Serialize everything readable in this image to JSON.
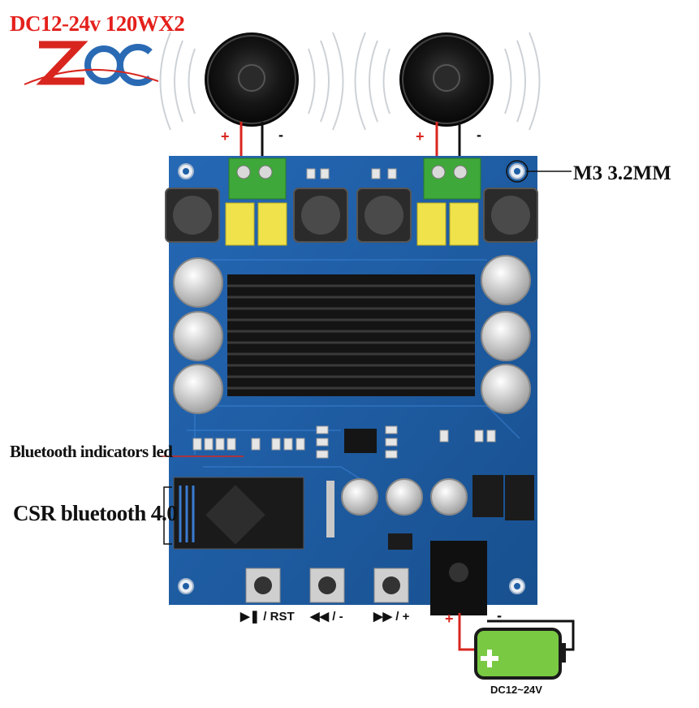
{
  "header": {
    "title": "DC12-24v 120WX2"
  },
  "callouts": {
    "mount_hole": "M3 3.2MM",
    "bluetooth_led": "Bluetooth indicators led",
    "bluetooth_module": "CSR bluetooth 4.0"
  },
  "buttons": [
    {
      "label": "/ RST",
      "icon": "play-pause-icon"
    },
    {
      "label": "/ -",
      "icon": "previous-track-icon"
    },
    {
      "label": "/ +",
      "icon": "next-track-icon"
    }
  ],
  "power": {
    "label": "DC12~24V"
  },
  "polarity": {
    "plus": "+",
    "minus": "-"
  },
  "colors": {
    "pcb": "#1f5fa6",
    "title": "#e4201c",
    "terminal": "#3fa83a",
    "battery": "#7ac943"
  }
}
